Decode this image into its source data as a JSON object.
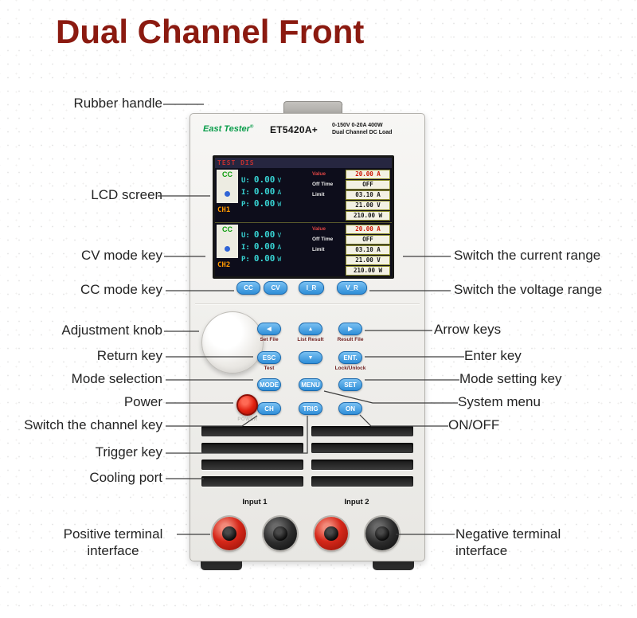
{
  "title": "Dual Channel Front",
  "callouts": {
    "left": [
      {
        "label": "Rubber handle"
      },
      {
        "label": "LCD screen"
      },
      {
        "label": "CV mode key"
      },
      {
        "label": "CC mode key"
      },
      {
        "label": "Adjustment knob"
      },
      {
        "label": "Return key"
      },
      {
        "label": "Mode selection"
      },
      {
        "label": "Power"
      },
      {
        "label": "Switch the channel key"
      },
      {
        "label": "Trigger key"
      },
      {
        "label": "Cooling port"
      },
      {
        "label": "Positive terminal interface"
      }
    ],
    "right": [
      {
        "label": "Switch the current range"
      },
      {
        "label": "Switch the voltage range"
      },
      {
        "label": "Arrow keys"
      },
      {
        "label": "Enter key"
      },
      {
        "label": "Mode setting key"
      },
      {
        "label": "System menu"
      },
      {
        "label": "ON/OFF"
      },
      {
        "label": "Negative terminal interface"
      }
    ]
  },
  "device": {
    "brand": "East Tester",
    "brand_reg": "®",
    "model": "ET5420A+",
    "spec_line1": "0-150V 0-20A 400W",
    "spec_line2": "Dual Channel DC Load",
    "screen": {
      "header": "TEST DIS",
      "channels": [
        {
          "mode": "CC",
          "name": "CH1",
          "rows": [
            {
              "label": "U:",
              "value": "0.00",
              "unit": "V"
            },
            {
              "label": "I:",
              "value": "0.00",
              "unit": "A"
            },
            {
              "label": "P:",
              "value": "0.00",
              "unit": "W"
            }
          ],
          "value_label": "Value",
          "value": "20.00 A",
          "offtime_label": "Off Time",
          "offtime": "OFF",
          "limit_label": "Limit",
          "limits": [
            "03.10 A",
            "21.00 V",
            "210.00 W"
          ]
        },
        {
          "mode": "CC",
          "name": "CH2",
          "rows": [
            {
              "label": "U:",
              "value": "0.00",
              "unit": "V"
            },
            {
              "label": "I:",
              "value": "0.00",
              "unit": "A"
            },
            {
              "label": "P:",
              "value": "0.00",
              "unit": "W"
            }
          ],
          "value_label": "Value",
          "value": "20.00 A",
          "offtime_label": "Off Time",
          "offtime": "OFF",
          "limit_label": "Limit",
          "limits": [
            "03.10 A",
            "21.00 V",
            "210.00 W"
          ]
        }
      ]
    },
    "mode_keys": [
      {
        "label": "CC"
      },
      {
        "label": "CV"
      },
      {
        "label": "I_R"
      },
      {
        "label": "V_R"
      }
    ],
    "nav": {
      "left": "◀",
      "up": "▲",
      "right": "▶",
      "down": "▼",
      "esc": "ESC",
      "ent": "ENT.",
      "mode": "MODE",
      "menu": "MENU",
      "set": "SET",
      "ch": "CH",
      "trig": "TRIG",
      "on": "ON"
    },
    "tags": {
      "set_file": "Set File",
      "list_result": "List Result",
      "result_file": "Result File",
      "test": "Test",
      "lock_unlock": "Lock/Unlock"
    },
    "power_label": "POWER",
    "inputs": [
      {
        "label": "Input 1"
      },
      {
        "label": "Input 2"
      }
    ],
    "colors": {
      "accent_blue_key": "#2f8ed8",
      "brand_green": "#0a9d4b",
      "title_red": "#8b1a10",
      "lcd_cyan": "#38d4d4",
      "channel_orange": "#ff9800"
    }
  }
}
